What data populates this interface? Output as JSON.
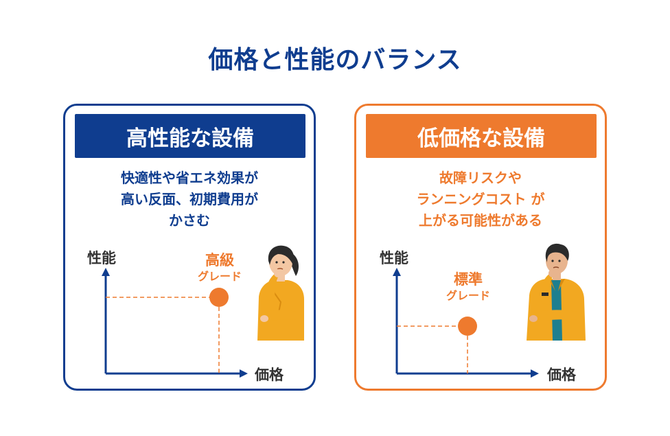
{
  "title": "価格と性能のバランス",
  "panels": [
    {
      "header": "高性能な設備",
      "description": [
        "快適性や省エネ効果が",
        "高い反面、初期費用が",
        "かさむ"
      ],
      "y_axis_label": "性能",
      "x_axis_label": "価格",
      "grade_title": "高級",
      "grade_subtitle": "グレード"
    },
    {
      "header": "低価格な設備",
      "description": [
        "故障リスクや",
        "ランニングコスト が",
        "上がる可能性がある"
      ],
      "y_axis_label": "性能",
      "x_axis_label": "価格",
      "grade_title": "標準",
      "grade_subtitle": "グレード"
    }
  ],
  "colors": {
    "navy": "#0f3d8f",
    "orange": "#ee7a2e",
    "mustard": "#f2a821"
  }
}
